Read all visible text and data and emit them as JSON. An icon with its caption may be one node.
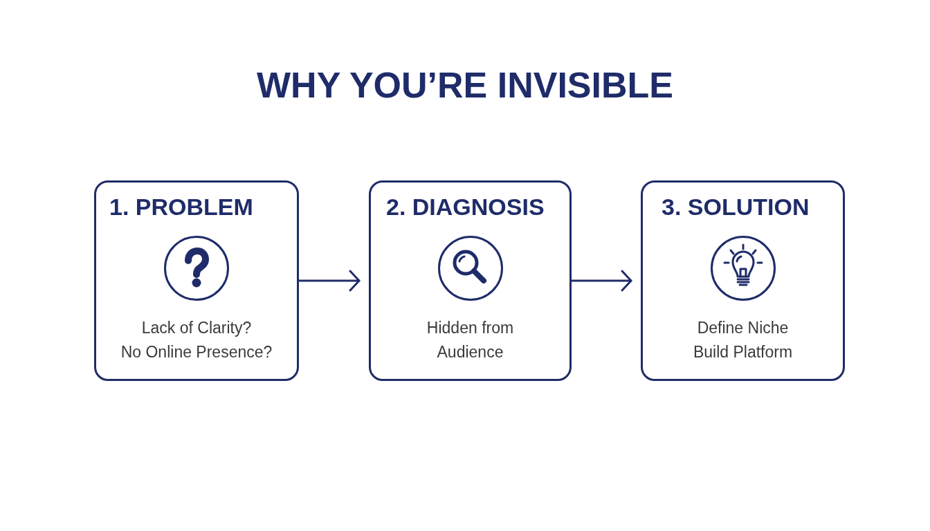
{
  "diagram": {
    "title": "WHY YOU’RE INVISIBLE",
    "nodes": [
      {
        "text": [
          "1. PROBLEM",
          "Lack of Clarity?",
          "No Online Presence?"
        ]
      },
      {
        "text": [
          "2. DIAGNOSIS",
          "Hidden from Audience"
        ]
      },
      {
        "text": [
          "3. SOLUTION",
          "Define Niche",
          "Build Platform"
        ]
      }
    ],
    "edges": [
      {
        "from": 0,
        "to": 1,
        "arrow": "to"
      },
      {
        "from": 1,
        "to": 2,
        "arrow": "to"
      }
    ]
  }
}
